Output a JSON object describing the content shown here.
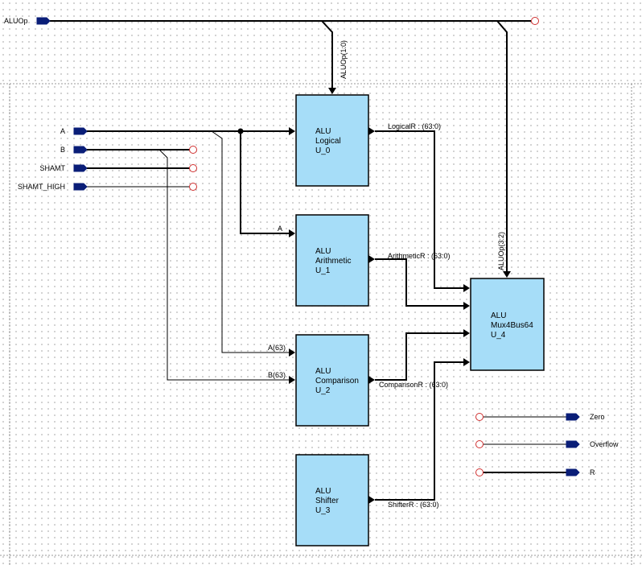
{
  "signals": {
    "aluop": "ALUOp",
    "aluop_slice_logical": "ALUOp(1:0)",
    "aluop_slice_mux": "ALUOp(3:2)"
  },
  "inputs": [
    "A",
    "B",
    "SHAMT",
    "SHAMT_HIGH"
  ],
  "outputs": [
    "Zero",
    "Overflow",
    "R"
  ],
  "blocks": {
    "logical": {
      "lib": "ALU",
      "name": "Logical",
      "inst": "U_0"
    },
    "arithmetic": {
      "lib": "ALU",
      "name": "Arithmetic",
      "inst": "U_1"
    },
    "comparison": {
      "lib": "ALU",
      "name": "Comparison",
      "inst": "U_2"
    },
    "shifter": {
      "lib": "ALU",
      "name": "Shifter",
      "inst": "U_3"
    },
    "mux": {
      "lib": "ALU",
      "name": "Mux4Bus64",
      "inst": "U_4"
    }
  },
  "nets": {
    "logical_r": "LogicalR : (63:0)",
    "arithmetic_r": "ArithmeticR : (63:0)",
    "comparison_r": "ComparisonR : (63:0)",
    "shifter_r": "ShifterR : (63:0)",
    "arith_a": "A",
    "comp_a63": "A(63)",
    "comp_b63": "B(63)"
  },
  "colors": {
    "block_fill": "#a6ddf8",
    "port": "#0a1e78",
    "open_pin": "#d03030"
  }
}
